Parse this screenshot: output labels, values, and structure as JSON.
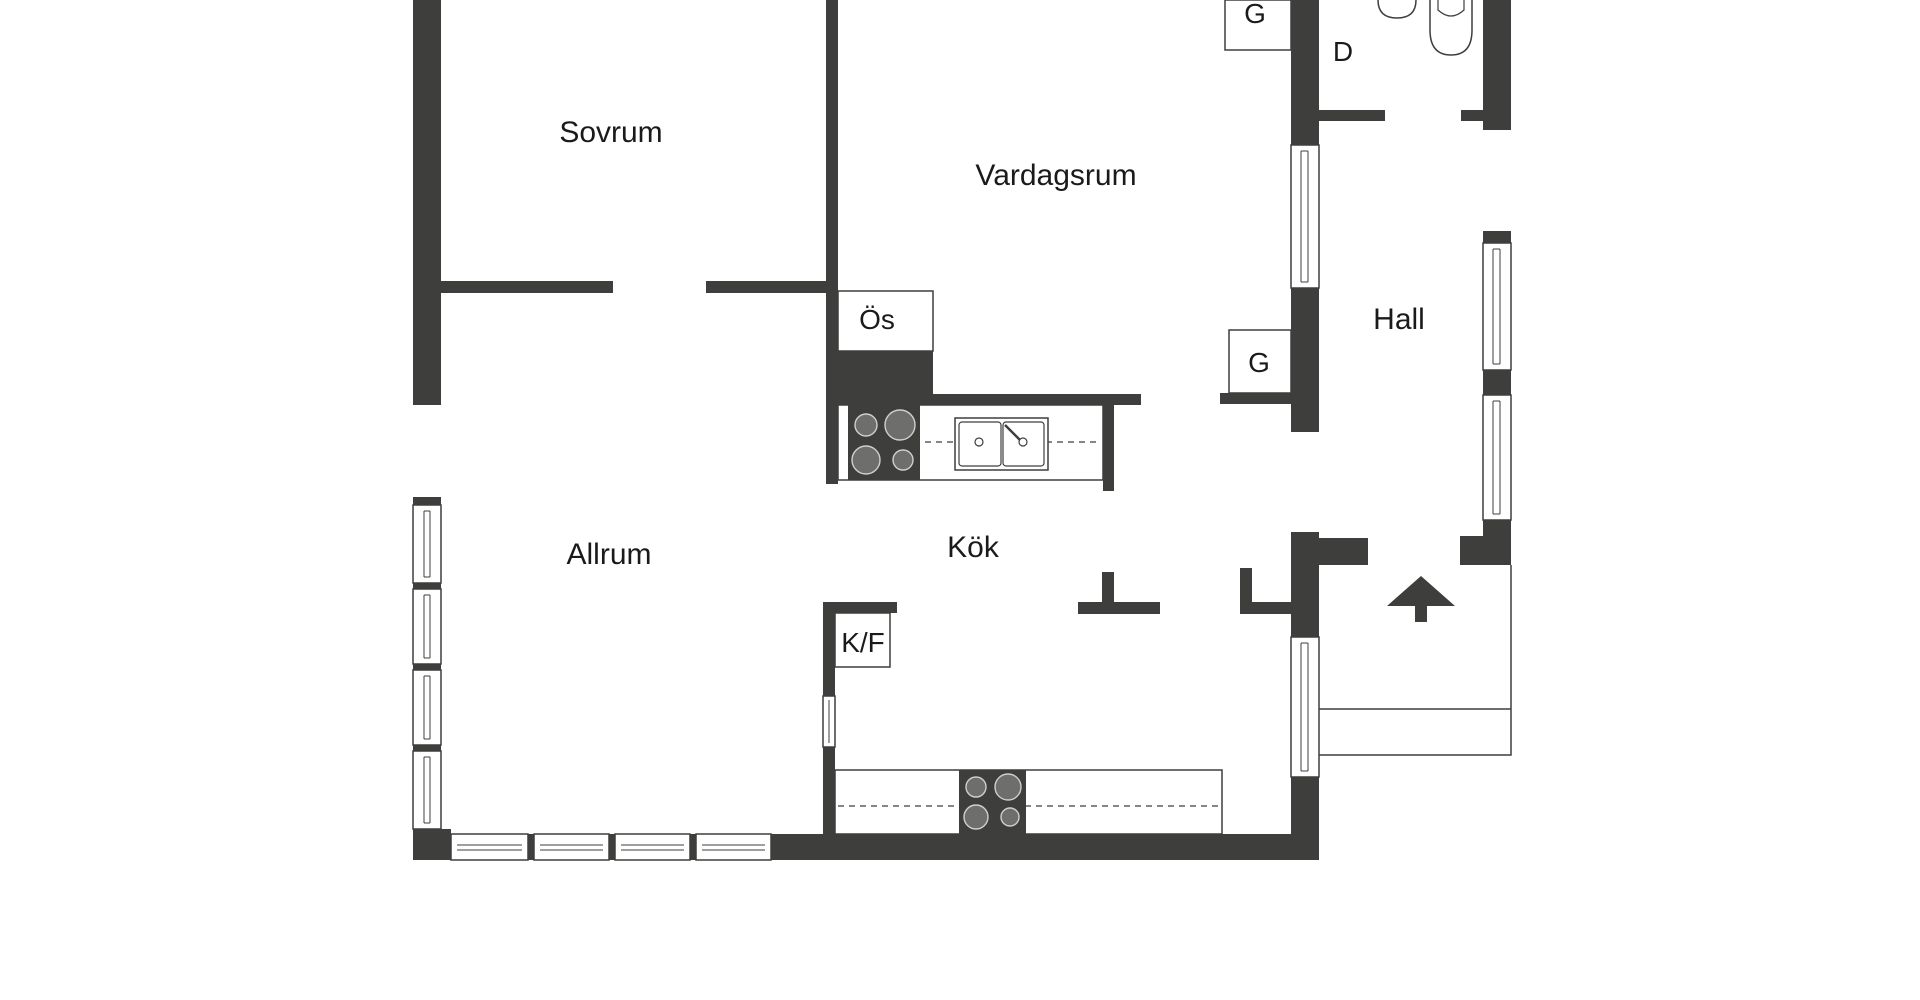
{
  "rooms": {
    "sovrum": "Sovrum",
    "vardagsrum": "Vardagsrum",
    "hall": "Hall",
    "allrum": "Allrum",
    "kok": "Kök"
  },
  "fixtures": {
    "g_top": "G",
    "d": "D",
    "os": "Ös",
    "g_hall": "G",
    "kf": "K/F"
  },
  "icons": {
    "entrance": "entrance-arrow-icon",
    "sink": "double-sink-icon",
    "stove": "stove-icon",
    "toilet": "toilet-icon"
  },
  "colors": {
    "wall": "#3e3f3c",
    "background": "#ffffff"
  }
}
